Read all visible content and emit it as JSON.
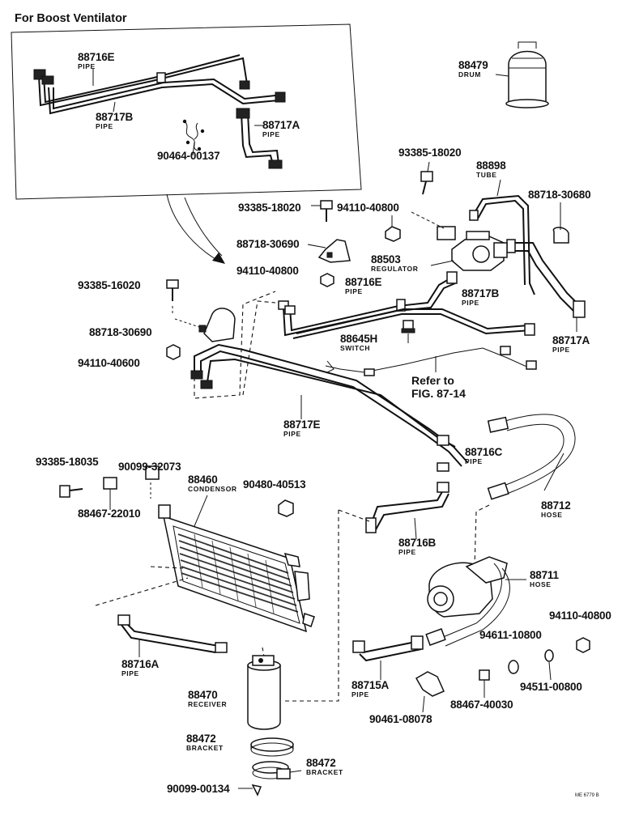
{
  "inset_title": "For Boost Ventilator",
  "figure_code": "ME 6779 B",
  "refer": {
    "line1": "Refer to",
    "line2": "FIG. 87-14"
  },
  "labels": [
    {
      "id": "88716E-inset",
      "num": "88716E",
      "name": "PIPE"
    },
    {
      "id": "88717B-inset",
      "num": "88717B",
      "name": "PIPE"
    },
    {
      "id": "88717A-inset",
      "num": "88717A",
      "name": "PIPE"
    },
    {
      "id": "90464-00137",
      "num": "90464-00137",
      "name": ""
    },
    {
      "id": "88479",
      "num": "88479",
      "name": "DRUM"
    },
    {
      "id": "93385-18020-a",
      "num": "93385-18020",
      "name": ""
    },
    {
      "id": "88898",
      "num": "88898",
      "name": "TUBE"
    },
    {
      "id": "93385-18020-b",
      "num": "93385-18020",
      "name": ""
    },
    {
      "id": "94110-40800-a",
      "num": "94110-40800",
      "name": ""
    },
    {
      "id": "88718-30680",
      "num": "88718-30680",
      "name": ""
    },
    {
      "id": "88718-30690-a",
      "num": "88718-30690",
      "name": ""
    },
    {
      "id": "88503",
      "num": "88503",
      "name": "REGULATOR"
    },
    {
      "id": "94110-40800-b",
      "num": "94110-40800",
      "name": ""
    },
    {
      "id": "93385-16020",
      "num": "93385-16020",
      "name": ""
    },
    {
      "id": "88716E",
      "num": "88716E",
      "name": "PIPE"
    },
    {
      "id": "88717B",
      "num": "88717B",
      "name": "PIPE"
    },
    {
      "id": "88718-30690-b",
      "num": "88718-30690",
      "name": ""
    },
    {
      "id": "88645H",
      "num": "88645H",
      "name": "SWITCH"
    },
    {
      "id": "88717A",
      "num": "88717A",
      "name": "PIPE"
    },
    {
      "id": "94110-40600",
      "num": "94110-40600",
      "name": ""
    },
    {
      "id": "88717E",
      "num": "88717E",
      "name": "PIPE"
    },
    {
      "id": "88716C",
      "num": "88716C",
      "name": "PIPE"
    },
    {
      "id": "90099-32073",
      "num": "90099-32073",
      "name": ""
    },
    {
      "id": "93385-18035",
      "num": "93385-18035",
      "name": ""
    },
    {
      "id": "88460",
      "num": "88460",
      "name": "CONDENSOR"
    },
    {
      "id": "90480-40513",
      "num": "90480-40513",
      "name": ""
    },
    {
      "id": "88712",
      "num": "88712",
      "name": "HOSE"
    },
    {
      "id": "88467-22010",
      "num": "88467-22010",
      "name": ""
    },
    {
      "id": "88716B",
      "num": "88716B",
      "name": "PIPE"
    },
    {
      "id": "88711",
      "num": "88711",
      "name": "HOSE"
    },
    {
      "id": "94110-40800-c",
      "num": "94110-40800",
      "name": ""
    },
    {
      "id": "94611-10800",
      "num": "94611-10800",
      "name": ""
    },
    {
      "id": "88716A",
      "num": "88716A",
      "name": "PIPE"
    },
    {
      "id": "88715A",
      "num": "88715A",
      "name": "PIPE"
    },
    {
      "id": "94511-00800",
      "num": "94511-00800",
      "name": ""
    },
    {
      "id": "88470",
      "num": "88470",
      "name": "RECEIVER"
    },
    {
      "id": "88467-40030",
      "num": "88467-40030",
      "name": ""
    },
    {
      "id": "90461-08078",
      "num": "90461-08078",
      "name": ""
    },
    {
      "id": "88472-a",
      "num": "88472",
      "name": "BRACKET"
    },
    {
      "id": "88472-b",
      "num": "88472",
      "name": "BRACKET"
    },
    {
      "id": "90099-00134",
      "num": "90099-00134",
      "name": ""
    }
  ]
}
